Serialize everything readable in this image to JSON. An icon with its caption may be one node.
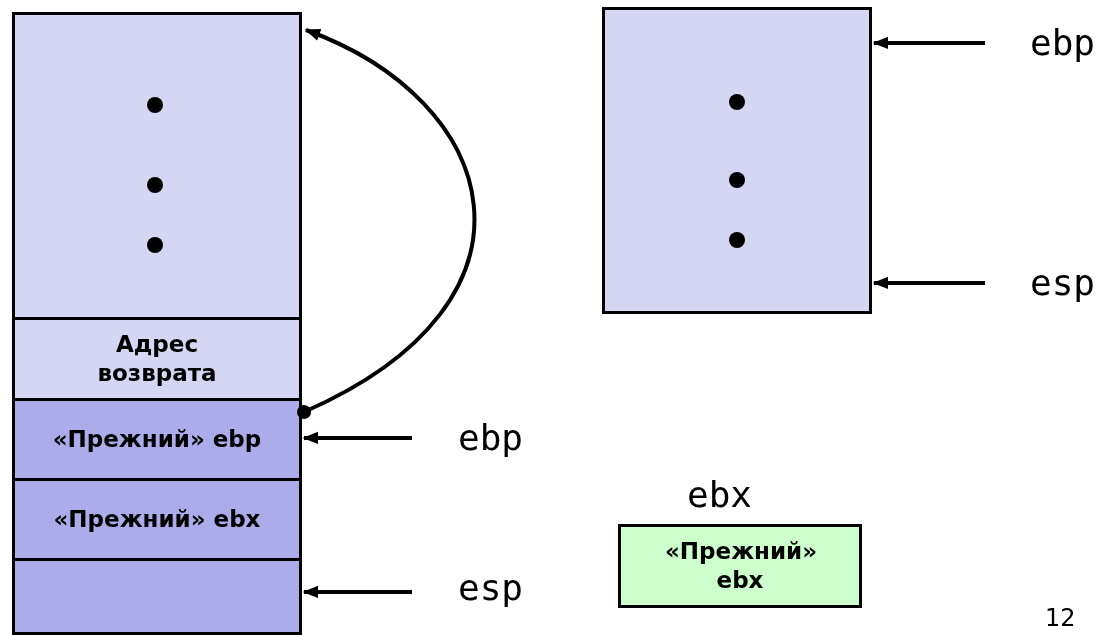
{
  "diagram": {
    "nodes": [
      {
        "text": [],
        "shape": "box"
      },
      {
        "text": [
          "Адрес возврата"
        ]
      },
      {
        "text": [
          "«Прежний» ebp"
        ]
      },
      {
        "text": [
          "«Прежний» ebx"
        ]
      },
      {
        "text": [],
        "shape": "box"
      },
      {
        "text": [
          "ebp"
        ]
      },
      {
        "text": [
          "esp"
        ]
      },
      {
        "text": [],
        "shape": "box"
      },
      {
        "text": [
          "ebp"
        ]
      },
      {
        "text": [
          "esp"
        ]
      },
      {
        "text": [
          "ebx",
          "«Прежний» ebx"
        ]
      }
    ],
    "edges": [
      {
        "from": 2,
        "to": 0,
        "arrow": "to"
      },
      {
        "from": 5,
        "to": 2,
        "arrow": "to"
      },
      {
        "from": 6,
        "to": 4,
        "arrow": "to"
      },
      {
        "from": 8,
        "to": 7,
        "arrow": "to"
      },
      {
        "from": 9,
        "to": 7,
        "arrow": "to"
      }
    ],
    "labels": [
      "12"
    ]
  }
}
